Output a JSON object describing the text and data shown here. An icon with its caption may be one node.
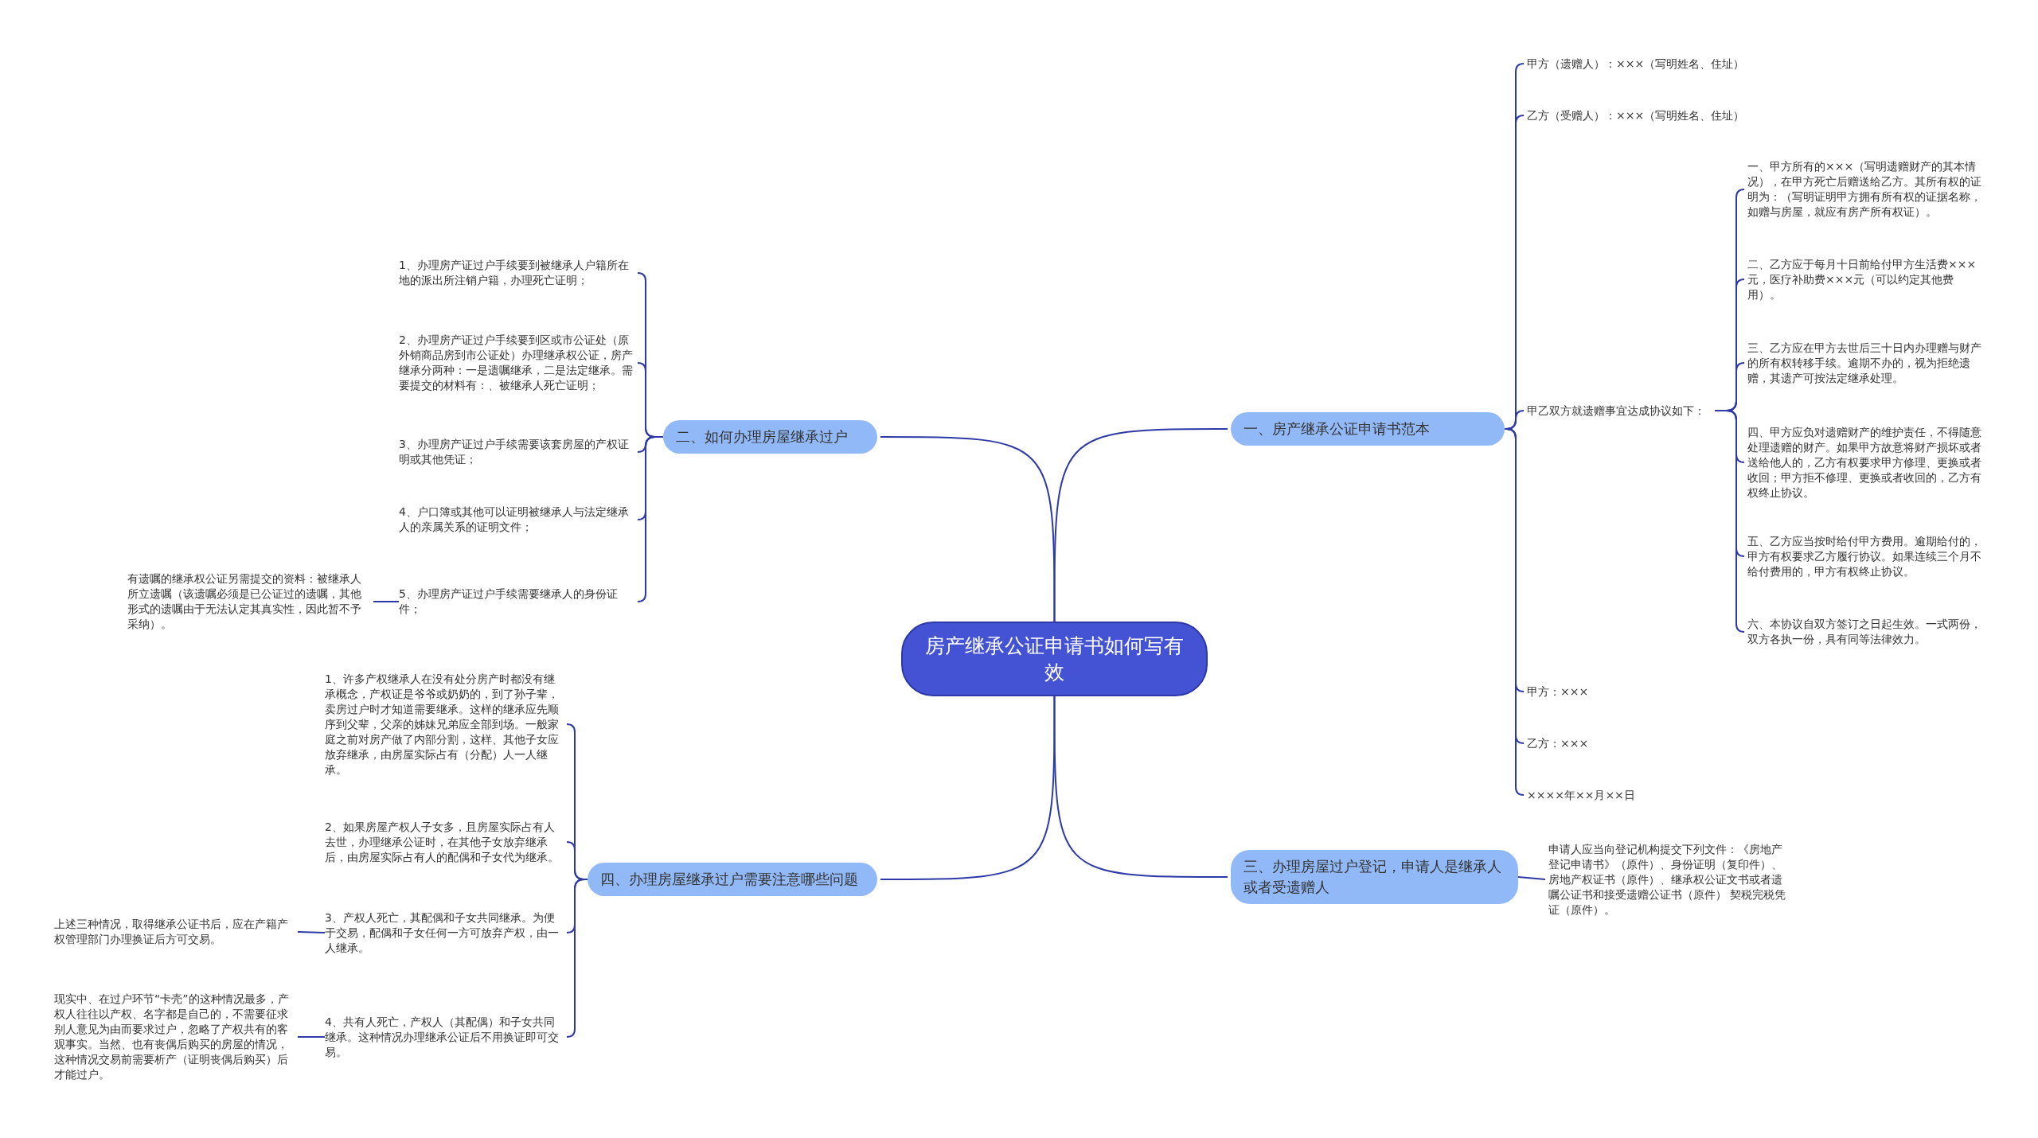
{
  "diagram": {
    "nodes": [
      {
        "text": [
          "房产继承公证申请书如何写有效"
        ]
      },
      {
        "text": [
          "一、房产继承公证申请书范本"
        ]
      },
      {
        "text": [
          "甲方（遗赠人）：×××（写明姓名、住址）"
        ]
      },
      {
        "text": [
          "乙方（受赠人）：×××（写明姓名、住址）"
        ]
      },
      {
        "text": [
          "甲乙双方就遗赠事宜达成协议如下："
        ]
      },
      {
        "text": [
          "一、甲方所有的×××（写明遗赠财产的其本情况），在甲方死亡后赠送给乙方。其所有权的证明为：（写明证明甲方拥有所有权的证据名称，如赠与房屋，就应有房产所有权证）。"
        ]
      },
      {
        "text": [
          "二、乙方应于每月十日前给付甲方生活费×××元，医疗补助费×××元（可以约定其他费用）。"
        ]
      },
      {
        "text": [
          "三、乙方应在甲方去世后三十日内办理赠与财产的所有权转移手续。逾期不办的，视为拒绝遗赠，其遗产可按法定继承处理。"
        ]
      },
      {
        "text": [
          "四、甲方应负对遗赠财产的维护责任，不得随意处理遗赠的财产。如果甲方故意将财产损坏或者送给他人的，乙方有权要求甲方修理、更换或者收回；甲方拒不修理、更换或者收回的，乙方有权终止协议。"
        ]
      },
      {
        "text": [
          "五、乙方应当按时给付甲方费用。逾期给付的，甲方有权要求乙方履行协议。如果连续三个月不给付费用的，甲方有权终止协议。"
        ]
      },
      {
        "text": [
          "六、本协议自双方签订之日起生效。一式两份，双方各执一份，具有同等法律效力。"
        ]
      },
      {
        "text": [
          "甲方：×××"
        ]
      },
      {
        "text": [
          "乙方：×××"
        ]
      },
      {
        "text": [
          "××××年××月××日"
        ]
      },
      {
        "text": [
          "二、如何办理房屋继承过户"
        ]
      },
      {
        "text": [
          "1、办理房产证过户手续要到被继承人户籍所在地的派出所注销户籍，办理死亡证明；"
        ]
      },
      {
        "text": [
          "2、办理房产证过户手续要到区或市公证处（原外销商品房到市公证处）办理继承权公证，房产继承分两种：一是遗嘱继承，二是法定继承。需要提交的材料有：、被继承人死亡证明；"
        ]
      },
      {
        "text": [
          "3、办理房产证过户手续需要该套房屋的产权证明或其他凭证；"
        ]
      },
      {
        "text": [
          "4、户口簿或其他可以证明被继承人与法定继承人的亲属关系的证明文件；"
        ]
      },
      {
        "text": [
          "5、办理房产证过户手续需要继承人的身份证件；"
        ]
      },
      {
        "text": [
          "有遗嘱的继承权公证另需提交的资料：被继承人所立遗嘱（该遗嘱必须是已公证过的遗嘱，其他形式的遗嘱由于无法认定其真实性，因此暂不予采纳）。"
        ]
      },
      {
        "text": [
          "三、办理房屋过户登记，申请人是继承人或者受遗赠人"
        ]
      },
      {
        "text": [
          "申请人应当向登记机构提交下列文件：《房地产登记申请书》（原件）、身份证明（复印件）、房地产权证书（原件）、继承权公证文书或者遗嘱公证书和接受遗赠公证书（原件） 契税完税凭证（原件）。"
        ]
      },
      {
        "text": [
          "四、办理房屋继承过户需要注意哪些问题"
        ]
      },
      {
        "text": [
          "1、许多产权继承人在没有处分房产时都没有继承概念，产权证是爷爷或奶奶的，到了孙子辈，卖房过户时才知道需要继承。这样的继承应先顺序到父辈，父亲的姊妹兄弟应全部到场。一般家庭之前对房产做了内部分割，这样、其他子女应放弃继承，由房屋实际占有（分配）人一人继承。"
        ]
      },
      {
        "text": [
          "2、如果房屋产权人子女多，且房屋实际占有人去世，办理继承公证时，在其他子女放弃继承后，由房屋实际占有人的配偶和子女代为继承。"
        ]
      },
      {
        "text": [
          "3、产权人死亡，其配偶和子女共同继承。为便于交易，配偶和子女任何一方可放弃产权，由一人继承。"
        ]
      },
      {
        "text": [
          "4、共有人死亡，产权人（其配偶）和子女共同继承。这种情况办理继承公证后不用换证即可交易。"
        ]
      },
      {
        "text": [
          "上述三种情况，取得继承公证书后，应在产籍产权管理部门办理换证后方可交易。"
        ]
      },
      {
        "text": [
          "现实中、在过户环节“卡壳”的这种情况最多，产权人往往以产权、名字都是自己的，不需要征求别人意见为由而要求过户，忽略了产权共有的客观事实。当然、也有丧偶后购买的房屋的情况，这种情况交易前需要析产（证明丧偶后购买）后才能过户。"
        ]
      }
    ],
    "edges": [
      {
        "from": 0,
        "to": 1,
        "arrow": "none"
      },
      {
        "from": 1,
        "to": 2,
        "arrow": "none"
      },
      {
        "from": 1,
        "to": 3,
        "arrow": "none"
      },
      {
        "from": 1,
        "to": 4,
        "arrow": "none"
      },
      {
        "from": 4,
        "to": 5,
        "arrow": "none"
      },
      {
        "from": 4,
        "to": 6,
        "arrow": "none"
      },
      {
        "from": 4,
        "to": 7,
        "arrow": "none"
      },
      {
        "from": 4,
        "to": 8,
        "arrow": "none"
      },
      {
        "from": 4,
        "to": 9,
        "arrow": "none"
      },
      {
        "from": 4,
        "to": 10,
        "arrow": "none"
      },
      {
        "from": 1,
        "to": 11,
        "arrow": "none"
      },
      {
        "from": 1,
        "to": 12,
        "arrow": "none"
      },
      {
        "from": 1,
        "to": 13,
        "arrow": "none"
      },
      {
        "from": 0,
        "to": 14,
        "arrow": "none"
      },
      {
        "from": 14,
        "to": 15,
        "arrow": "none"
      },
      {
        "from": 14,
        "to": 16,
        "arrow": "none"
      },
      {
        "from": 14,
        "to": 17,
        "arrow": "none"
      },
      {
        "from": 14,
        "to": 18,
        "arrow": "none"
      },
      {
        "from": 14,
        "to": 19,
        "arrow": "none"
      },
      {
        "from": 19,
        "to": 20,
        "arrow": "none"
      },
      {
        "from": 0,
        "to": 21,
        "arrow": "none"
      },
      {
        "from": 21,
        "to": 22,
        "arrow": "none"
      },
      {
        "from": 0,
        "to": 23,
        "arrow": "none"
      },
      {
        "from": 23,
        "to": 24,
        "arrow": "none"
      },
      {
        "from": 23,
        "to": 25,
        "arrow": "none"
      },
      {
        "from": 23,
        "to": 26,
        "arrow": "none"
      },
      {
        "from": 23,
        "to": 27,
        "arrow": "none"
      },
      {
        "from": 26,
        "to": 28,
        "arrow": "none"
      },
      {
        "from": 27,
        "to": 29,
        "arrow": "none"
      }
    ]
  }
}
